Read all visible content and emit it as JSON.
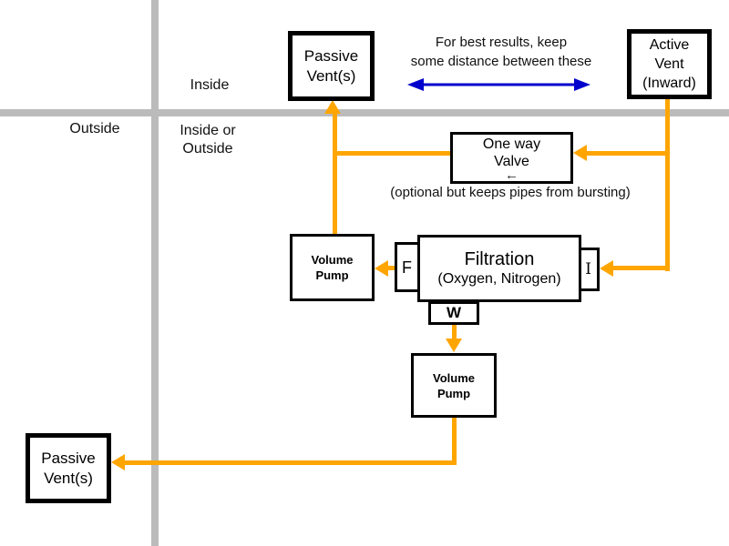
{
  "regions": {
    "inside": "Inside",
    "outside": "Outside",
    "inside_or_outside_line1": "Inside or",
    "inside_or_outside_line2": "Outside"
  },
  "notes": {
    "distance_line1": "For best results, keep",
    "distance_line2": "some distance between these",
    "valve_note": "(optional but keeps pipes from bursting)"
  },
  "nodes": {
    "passive_vent_top": {
      "line1": "Passive",
      "line2": "Vent(s)"
    },
    "active_vent": {
      "line1": "Active",
      "line2": "Vent",
      "line3": "(Inward)"
    },
    "one_way_valve": {
      "line1": "One way",
      "line2": "Valve",
      "direction_arrow": "←"
    },
    "volume_pump_top": {
      "line1": "Volume",
      "line2": "Pump"
    },
    "filtration": {
      "title": "Filtration",
      "subtitle": "(Oxygen, Nitrogen)"
    },
    "volume_pump_bottom": {
      "line1": "Volume",
      "line2": "Pump"
    },
    "passive_vent_bottom": {
      "line1": "Passive",
      "line2": "Vent(s)"
    }
  },
  "ports": {
    "f": "F",
    "i": "I",
    "w": "W"
  },
  "colors": {
    "pipe": "#FFA500",
    "wall": "#BBBBBB",
    "note_arrow": "#0000CC"
  }
}
